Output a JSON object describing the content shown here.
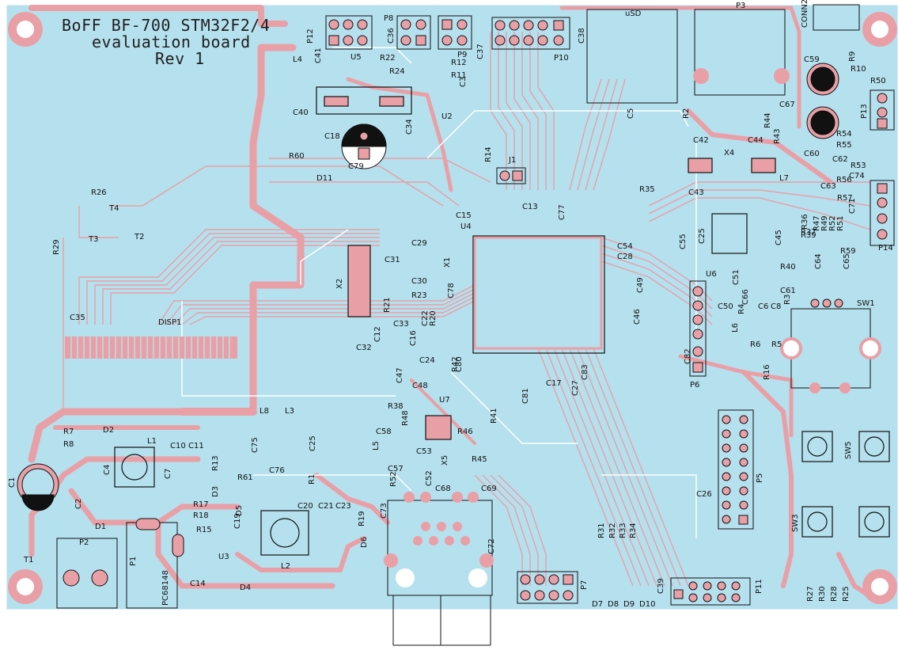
{
  "board": {
    "title_line1": "BoFF BF-700 STM32F2/4",
    "title_line2": "evaluation board",
    "title_line3": "Rev 1"
  },
  "colors": {
    "board": "#b5e0ee",
    "copper": "#e8a0a6",
    "silk": "#111111",
    "hole": "#ffffff"
  },
  "labels": [
    {
      "id": "P12",
      "text": "P12"
    },
    {
      "id": "P8",
      "text": "P8"
    },
    {
      "id": "P9",
      "text": "P9"
    },
    {
      "id": "P10",
      "text": "P10"
    },
    {
      "id": "uSD",
      "text": "uSD"
    },
    {
      "id": "P3",
      "text": "P3"
    },
    {
      "id": "CONN2",
      "text": "CONN2"
    },
    {
      "id": "C36",
      "text": "C36"
    },
    {
      "id": "C41",
      "text": "C41"
    },
    {
      "id": "U5",
      "text": "U5"
    },
    {
      "id": "R22",
      "text": "R22"
    },
    {
      "id": "R12",
      "text": "R12"
    },
    {
      "id": "C37",
      "text": "C37"
    },
    {
      "id": "C38",
      "text": "C38"
    },
    {
      "id": "L4",
      "text": "L4"
    },
    {
      "id": "R24",
      "text": "R24"
    },
    {
      "id": "R11",
      "text": "R11"
    },
    {
      "id": "C3",
      "text": "C3"
    },
    {
      "id": "C40",
      "text": "C40"
    },
    {
      "id": "U2",
      "text": "U2"
    },
    {
      "id": "C34",
      "text": "C34"
    },
    {
      "id": "C5",
      "text": "C5"
    },
    {
      "id": "R2",
      "text": "R2"
    },
    {
      "id": "C59",
      "text": "C59"
    },
    {
      "id": "C60",
      "text": "C60"
    },
    {
      "id": "R9",
      "text": "R9"
    },
    {
      "id": "R10",
      "text": "R10"
    },
    {
      "id": "R50",
      "text": "R50"
    },
    {
      "id": "P13",
      "text": "P13"
    },
    {
      "id": "R54",
      "text": "R54"
    },
    {
      "id": "R55",
      "text": "R55"
    },
    {
      "id": "C67",
      "text": "C67"
    },
    {
      "id": "R44",
      "text": "R44"
    },
    {
      "id": "R43",
      "text": "R43"
    },
    {
      "id": "C18",
      "text": "C18"
    },
    {
      "id": "C79",
      "text": "C79"
    },
    {
      "id": "R60",
      "text": "R60"
    },
    {
      "id": "D11",
      "text": "D11"
    },
    {
      "id": "R14",
      "text": "R14"
    },
    {
      "id": "J1",
      "text": "J1"
    },
    {
      "id": "C13",
      "text": "C13"
    },
    {
      "id": "C77",
      "text": "C77"
    },
    {
      "id": "C42",
      "text": "C42"
    },
    {
      "id": "X4",
      "text": "X4"
    },
    {
      "id": "C44",
      "text": "C44"
    },
    {
      "id": "L7",
      "text": "L7"
    },
    {
      "id": "R35",
      "text": "R35"
    },
    {
      "id": "C43",
      "text": "C43"
    },
    {
      "id": "C62",
      "text": "C62"
    },
    {
      "id": "R53",
      "text": "R53"
    },
    {
      "id": "C74",
      "text": "C74"
    },
    {
      "id": "R56",
      "text": "R56"
    },
    {
      "id": "C63",
      "text": "C63"
    },
    {
      "id": "R57",
      "text": "R57"
    },
    {
      "id": "R26",
      "text": "R26"
    },
    {
      "id": "T4",
      "text": "T4"
    },
    {
      "id": "T3",
      "text": "T3"
    },
    {
      "id": "T2",
      "text": "T2"
    },
    {
      "id": "R29",
      "text": "R29"
    },
    {
      "id": "C15",
      "text": "C15"
    },
    {
      "id": "U4",
      "text": "U4"
    },
    {
      "id": "C29",
      "text": "C29"
    },
    {
      "id": "C31",
      "text": "C31"
    },
    {
      "id": "X1",
      "text": "X1"
    },
    {
      "id": "C30",
      "text": "C30"
    },
    {
      "id": "X2",
      "text": "X2"
    },
    {
      "id": "R23",
      "text": "R23"
    },
    {
      "id": "R21",
      "text": "R21"
    },
    {
      "id": "C78",
      "text": "C78"
    },
    {
      "id": "C54",
      "text": "C54"
    },
    {
      "id": "C28",
      "text": "C28"
    },
    {
      "id": "C55",
      "text": "C55"
    },
    {
      "id": "C25",
      "text": "C25"
    },
    {
      "id": "R36",
      "text": "R36"
    },
    {
      "id": "R37",
      "text": "R37"
    },
    {
      "id": "R39",
      "text": "R39"
    },
    {
      "id": "R47",
      "text": "R47"
    },
    {
      "id": "R49",
      "text": "R49"
    },
    {
      "id": "R52",
      "text": "R52"
    },
    {
      "id": "R51",
      "text": "R51"
    },
    {
      "id": "C71",
      "text": "C71"
    },
    {
      "id": "P14",
      "text": "P14"
    },
    {
      "id": "R59",
      "text": "R59"
    },
    {
      "id": "C45",
      "text": "C45"
    },
    {
      "id": "R40",
      "text": "R40"
    },
    {
      "id": "C64",
      "text": "C64"
    },
    {
      "id": "C65",
      "text": "C65"
    },
    {
      "id": "U6",
      "text": "U6"
    },
    {
      "id": "C51",
      "text": "C51"
    },
    {
      "id": "C49",
      "text": "C49"
    },
    {
      "id": "C61",
      "text": "C61"
    },
    {
      "id": "C66",
      "text": "C66"
    },
    {
      "id": "R4",
      "text": "R4"
    },
    {
      "id": "C50",
      "text": "C50"
    },
    {
      "id": "C6",
      "text": "C6"
    },
    {
      "id": "C8",
      "text": "C8"
    },
    {
      "id": "SW1",
      "text": "SW1"
    },
    {
      "id": "C35",
      "text": "C35"
    },
    {
      "id": "DISP1",
      "text": "DISP1"
    },
    {
      "id": "C33",
      "text": "C33"
    },
    {
      "id": "C22",
      "text": "C22"
    },
    {
      "id": "R20",
      "text": "R20"
    },
    {
      "id": "C32",
      "text": "C32"
    },
    {
      "id": "C12",
      "text": "C12"
    },
    {
      "id": "C16",
      "text": "C16"
    },
    {
      "id": "C46",
      "text": "C46"
    },
    {
      "id": "L6",
      "text": "L6"
    },
    {
      "id": "R3",
      "text": "R3"
    },
    {
      "id": "R6",
      "text": "R6"
    },
    {
      "id": "R5",
      "text": "R5"
    },
    {
      "id": "C24",
      "text": "C24"
    },
    {
      "id": "C82",
      "text": "C82"
    },
    {
      "id": "R16",
      "text": "R16"
    },
    {
      "id": "C47",
      "text": "C47"
    },
    {
      "id": "C80",
      "text": "C80"
    },
    {
      "id": "R42",
      "text": "R42"
    },
    {
      "id": "C17",
      "text": "C17"
    },
    {
      "id": "C27",
      "text": "C27"
    },
    {
      "id": "C83",
      "text": "C83"
    },
    {
      "id": "P6",
      "text": "P6"
    },
    {
      "id": "C48",
      "text": "C48"
    },
    {
      "id": "C81",
      "text": "C81"
    },
    {
      "id": "U7",
      "text": "U7"
    },
    {
      "id": "R38",
      "text": "R38"
    },
    {
      "id": "R48",
      "text": "R48"
    },
    {
      "id": "R41",
      "text": "R41"
    },
    {
      "id": "L8",
      "text": "L8"
    },
    {
      "id": "L3",
      "text": "L3"
    },
    {
      "id": "R7",
      "text": "R7"
    },
    {
      "id": "D2",
      "text": "D2"
    },
    {
      "id": "R8",
      "text": "R8"
    },
    {
      "id": "L1",
      "text": "L1"
    },
    {
      "id": "C10",
      "text": "C10"
    },
    {
      "id": "C11",
      "text": "C11"
    },
    {
      "id": "C58",
      "text": "C58"
    },
    {
      "id": "R46",
      "text": "R46"
    },
    {
      "id": "C75",
      "text": "C75"
    },
    {
      "id": "C25b",
      "text": "C25"
    },
    {
      "id": "L5",
      "text": "L5"
    },
    {
      "id": "C53",
      "text": "C53"
    },
    {
      "id": "X5",
      "text": "X5"
    },
    {
      "id": "R45",
      "text": "R45"
    },
    {
      "id": "SW5",
      "text": "SW5"
    },
    {
      "id": "C4",
      "text": "C4"
    },
    {
      "id": "C7",
      "text": "C7"
    },
    {
      "id": "R13",
      "text": "R13"
    },
    {
      "id": "C76",
      "text": "C76"
    },
    {
      "id": "C57",
      "text": "C57"
    },
    {
      "id": "R52b",
      "text": "R52"
    },
    {
      "id": "C52",
      "text": "C52"
    },
    {
      "id": "C68",
      "text": "C68"
    },
    {
      "id": "C69",
      "text": "C69"
    },
    {
      "id": "P5",
      "text": "P5"
    },
    {
      "id": "C1",
      "text": "C1"
    },
    {
      "id": "D3",
      "text": "D3"
    },
    {
      "id": "R61",
      "text": "R61"
    },
    {
      "id": "R1",
      "text": "R1"
    },
    {
      "id": "C2",
      "text": "C2"
    },
    {
      "id": "R17",
      "text": "R17"
    },
    {
      "id": "C19",
      "text": "C19"
    },
    {
      "id": "C20",
      "text": "C20"
    },
    {
      "id": "C21",
      "text": "C21"
    },
    {
      "id": "C23",
      "text": "C23"
    },
    {
      "id": "C26",
      "text": "C26"
    },
    {
      "id": "R18",
      "text": "R18"
    },
    {
      "id": "D5",
      "text": "D5"
    },
    {
      "id": "R19",
      "text": "R19"
    },
    {
      "id": "C73",
      "text": "C73"
    },
    {
      "id": "D1",
      "text": "D1"
    },
    {
      "id": "R15",
      "text": "R15"
    },
    {
      "id": "D6",
      "text": "D6"
    },
    {
      "id": "SW3",
      "text": "SW3"
    },
    {
      "id": "P2",
      "text": "P2"
    },
    {
      "id": "U3",
      "text": "U3"
    },
    {
      "id": "L2",
      "text": "L2"
    },
    {
      "id": "C72",
      "text": "C72"
    },
    {
      "id": "R31",
      "text": "R31"
    },
    {
      "id": "R32",
      "text": "R32"
    },
    {
      "id": "R33",
      "text": "R33"
    },
    {
      "id": "R34",
      "text": "R34"
    },
    {
      "id": "P1",
      "text": "P1"
    },
    {
      "id": "T1",
      "text": "T1"
    },
    {
      "id": "C14",
      "text": "C14"
    },
    {
      "id": "D4",
      "text": "D4"
    },
    {
      "id": "PC68148",
      "text": "PC68148"
    },
    {
      "id": "P7",
      "text": "P7"
    },
    {
      "id": "C39",
      "text": "C39"
    },
    {
      "id": "P11",
      "text": "P11"
    },
    {
      "id": "R27",
      "text": "R27"
    },
    {
      "id": "R30",
      "text": "R30"
    },
    {
      "id": "R28",
      "text": "R28"
    },
    {
      "id": "R25",
      "text": "R25"
    },
    {
      "id": "D7",
      "text": "D7"
    },
    {
      "id": "D8",
      "text": "D8"
    },
    {
      "id": "D9",
      "text": "D9"
    },
    {
      "id": "D10",
      "text": "D10"
    }
  ]
}
